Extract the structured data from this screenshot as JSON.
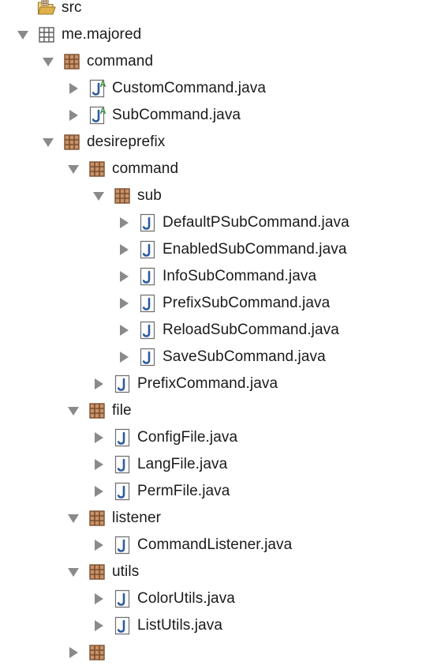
{
  "tree": [
    {
      "label": "src",
      "icon": "source-folder-icon",
      "depth": 0,
      "toggle": "none"
    },
    {
      "label": "me.majored",
      "icon": "package-icon",
      "depth": 0,
      "toggle": "expanded"
    },
    {
      "label": "command",
      "icon": "package-icon",
      "depth": 1,
      "toggle": "expanded"
    },
    {
      "label": "CustomCommand.java",
      "icon": "abstract-java-file-icon",
      "depth": 2,
      "toggle": "collapsed"
    },
    {
      "label": "SubCommand.java",
      "icon": "abstract-java-file-icon",
      "depth": 2,
      "toggle": "collapsed"
    },
    {
      "label": "desireprefix",
      "icon": "package-icon",
      "depth": 1,
      "toggle": "expanded"
    },
    {
      "label": "command",
      "icon": "package-icon",
      "depth": 2,
      "toggle": "expanded"
    },
    {
      "label": "sub",
      "icon": "package-icon",
      "depth": 3,
      "toggle": "expanded"
    },
    {
      "label": "DefaultPSubCommand.java",
      "icon": "java-file-icon",
      "depth": 4,
      "toggle": "collapsed"
    },
    {
      "label": "EnabledSubCommand.java",
      "icon": "java-file-icon",
      "depth": 4,
      "toggle": "collapsed"
    },
    {
      "label": "InfoSubCommand.java",
      "icon": "java-file-icon",
      "depth": 4,
      "toggle": "collapsed"
    },
    {
      "label": "PrefixSubCommand.java",
      "icon": "java-file-icon",
      "depth": 4,
      "toggle": "collapsed"
    },
    {
      "label": "ReloadSubCommand.java",
      "icon": "java-file-icon",
      "depth": 4,
      "toggle": "collapsed"
    },
    {
      "label": "SaveSubCommand.java",
      "icon": "java-file-icon",
      "depth": 4,
      "toggle": "collapsed"
    },
    {
      "label": "PrefixCommand.java",
      "icon": "java-file-icon",
      "depth": 3,
      "toggle": "collapsed"
    },
    {
      "label": "file",
      "icon": "package-icon",
      "depth": 2,
      "toggle": "expanded"
    },
    {
      "label": "ConfigFile.java",
      "icon": "java-file-icon",
      "depth": 3,
      "toggle": "collapsed"
    },
    {
      "label": "LangFile.java",
      "icon": "java-file-icon",
      "depth": 3,
      "toggle": "collapsed"
    },
    {
      "label": "PermFile.java",
      "icon": "java-file-icon",
      "depth": 3,
      "toggle": "collapsed"
    },
    {
      "label": "listener",
      "icon": "package-icon",
      "depth": 2,
      "toggle": "expanded"
    },
    {
      "label": "CommandListener.java",
      "icon": "java-file-icon",
      "depth": 3,
      "toggle": "collapsed"
    },
    {
      "label": "utils",
      "icon": "package-icon",
      "depth": 2,
      "toggle": "expanded"
    },
    {
      "label": "ColorUtils.java",
      "icon": "java-file-icon",
      "depth": 3,
      "toggle": "collapsed"
    },
    {
      "label": "ListUtils.java",
      "icon": "java-file-icon",
      "depth": 3,
      "toggle": "collapsed"
    },
    {
      "label": "",
      "icon": "package-icon",
      "depth": 2,
      "toggle": "collapsed"
    }
  ],
  "colors": {
    "toggle": "#8a8a8a",
    "package_fill": "#c9926a",
    "package_grid": "#7a4e2c",
    "empty_package_grid": "#5c5c5c",
    "java_letter": "#2d5c9e",
    "abstract_marker": "#2e8b3a",
    "folder": "#e0b04a"
  }
}
